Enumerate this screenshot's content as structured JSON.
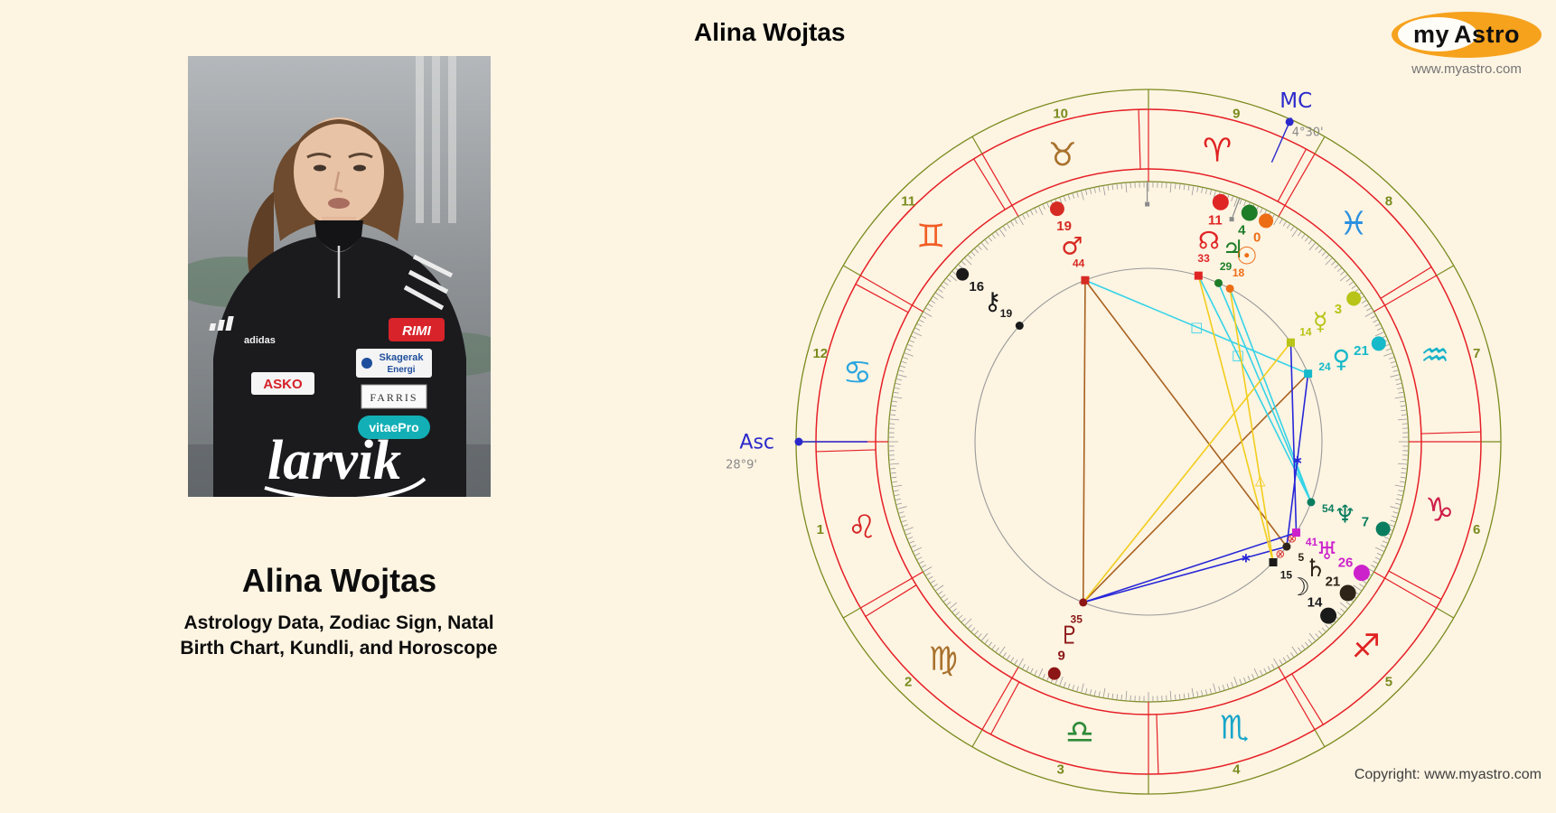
{
  "page": {
    "background": "#fdf4e2"
  },
  "header": {
    "chart_title": "Alina Wojtas"
  },
  "logo": {
    "my": "my",
    "astro": "Astro",
    "url": "www.myastro.com",
    "orange": "#f6a21d"
  },
  "footer": {
    "copyright": "Copyright: www.myastro.com"
  },
  "left_panel": {
    "name": "Alina Wojtas",
    "subtitle_line1": "Astrology Data, Zodiac Sign, Natal",
    "subtitle_line2": "Birth Chart, Kundli, and Horoscope",
    "patches": {
      "adidas": "adidas",
      "asko": "ASKO",
      "rimi": "RIMI",
      "skagerak_line1": "Skagerak",
      "skagerak_line2": "Energi",
      "farris": "FARRIS",
      "vitaepro": "vitaePro",
      "larvik": "larvik"
    }
  },
  "chart_data": {
    "type": "natal-wheel",
    "title": "Alina Wojtas",
    "ring_colors": {
      "olive": "#7a8b1e",
      "red": "#e61f26",
      "tick": "#9a9a9a",
      "inner": "#999999",
      "axis": "#2b29cb",
      "gray_label": "#8a8a8a"
    },
    "axes": {
      "mc_label": "MC",
      "mc_degree": "4°30'",
      "mc_angle": 66.2,
      "asc_label": "Asc",
      "asc_degree": "28°9'",
      "asc_angle": 180
    },
    "houses": [
      {
        "n": "1",
        "angle": -165
      },
      {
        "n": "2",
        "angle": -135
      },
      {
        "n": "3",
        "angle": -105
      },
      {
        "n": "4",
        "angle": -75
      },
      {
        "n": "5",
        "angle": -45
      },
      {
        "n": "6",
        "angle": -15
      },
      {
        "n": "7",
        "angle": 15
      },
      {
        "n": "8",
        "angle": 45
      },
      {
        "n": "9",
        "angle": 75
      },
      {
        "n": "10",
        "angle": 105
      },
      {
        "n": "11",
        "angle": 135
      },
      {
        "n": "12",
        "angle": 165
      }
    ],
    "signs": [
      {
        "name": "aries",
        "glyph": "♈",
        "angle": 76.7,
        "color": "#e02020"
      },
      {
        "name": "taurus",
        "glyph": "♉",
        "angle": 106.7,
        "color": "#a9712c"
      },
      {
        "name": "gemini",
        "glyph": "♊",
        "angle": 136.7,
        "color": "#f25c23"
      },
      {
        "name": "cancer",
        "glyph": "♋",
        "angle": 166.7,
        "color": "#2aa6df"
      },
      {
        "name": "leo",
        "glyph": "♌",
        "angle": 196.7,
        "color": "#d42222"
      },
      {
        "name": "virgo",
        "glyph": "♍",
        "angle": 226.7,
        "color": "#a9712c"
      },
      {
        "name": "libra",
        "glyph": "♎",
        "angle": 256.7,
        "color": "#2e8b3a"
      },
      {
        "name": "scorpio",
        "glyph": "♏",
        "angle": 286.7,
        "color": "#17a5c9"
      },
      {
        "name": "sagittarius",
        "glyph": "♐",
        "angle": 316.7,
        "color": "#e02020"
      },
      {
        "name": "capricorn",
        "glyph": "♑",
        "angle": 346.7,
        "color": "#cf1f4a"
      },
      {
        "name": "aquarius",
        "glyph": "♒",
        "angle": 16.7,
        "color": "#17b3c9"
      },
      {
        "name": "pisces",
        "glyph": "♓",
        "angle": 46.7,
        "color": "#2a90e0"
      }
    ],
    "planets": [
      {
        "name": "mars",
        "glyph": "♂",
        "color": "#d62b23",
        "angle": 111.4,
        "deg": "19",
        "min": "44",
        "marker": "square",
        "dot_r": 8
      },
      {
        "name": "chiron",
        "glyph": "⚷",
        "color": "#1a1a1a",
        "angle": 138.0,
        "deg": "16",
        "min": "19",
        "marker": "dot",
        "dot_r": 7
      },
      {
        "name": "north-node",
        "glyph": "☊",
        "color": "#e02525",
        "angle": 73.25,
        "deg": "11",
        "min": "33",
        "marker": "square",
        "dot_r": 9
      },
      {
        "name": "jupiter",
        "glyph": "♃",
        "color": "#1e7d27",
        "angle": 66.2,
        "deg": "4",
        "min": "29",
        "marker": "dot",
        "dot_r": 9
      },
      {
        "name": "sun",
        "glyph": "☉",
        "color": "#ed6d15",
        "angle": 62.0,
        "deg": "0",
        "min": "18",
        "marker": "dot",
        "dot_r": 8
      },
      {
        "name": "mercury",
        "glyph": "☿",
        "color": "#b8c417",
        "angle": 34.9,
        "deg": "3",
        "min": "14",
        "marker": "square",
        "dot_r": 8
      },
      {
        "name": "venus",
        "glyph": "♀",
        "color": "#15b9c9",
        "angle": 23.1,
        "deg": "21",
        "min": "24",
        "marker": "square",
        "dot_r": 8
      },
      {
        "name": "neptune",
        "glyph": "♆",
        "color": "#0a7d5f",
        "angle": -20.4,
        "deg": "7",
        "min": "54",
        "marker": "dot",
        "dot_r": 8
      },
      {
        "name": "uranus",
        "glyph": "♅",
        "color": "#cc22cc",
        "angle": -31.6,
        "deg": "26",
        "min": "41",
        "marker": "square",
        "dot_r": 9
      },
      {
        "name": "saturn",
        "glyph": "♄",
        "color": "#2e2418",
        "angle": -37.2,
        "deg": "21",
        "min": "5",
        "marker": "dot",
        "dot_r": 9
      },
      {
        "name": "moon",
        "glyph": "☽",
        "color": "#1a1a1a",
        "angle": -44.05,
        "deg": "14",
        "min": "15",
        "marker": "square",
        "dot_r": 9
      },
      {
        "name": "pluto",
        "glyph": "♇",
        "color": "#8c1616",
        "angle": -112.1,
        "deg": "9",
        "min": "35",
        "marker": "dot",
        "dot_r": 7
      }
    ],
    "aspects": [
      {
        "a": "mars",
        "b": "saturn",
        "color": "#a8611f"
      },
      {
        "a": "mars",
        "b": "pluto",
        "color": "#a8611f"
      },
      {
        "a": "venus",
        "b": "pluto",
        "color": "#a8611f"
      },
      {
        "a": "mars",
        "b": "venus",
        "color": "#35d3e8",
        "marker": "□",
        "marker_t": 0.5
      },
      {
        "a": "north-node",
        "b": "neptune",
        "color": "#35d3e8",
        "marker": "□",
        "marker_t": 0.35
      },
      {
        "a": "jupiter",
        "b": "neptune",
        "color": "#35d3e8"
      },
      {
        "a": "sun",
        "b": "neptune",
        "color": "#35d3e8"
      },
      {
        "a": "venus",
        "b": "saturn",
        "color": "#2726d8",
        "marker": "∗",
        "marker_t": 0.5
      },
      {
        "a": "saturn",
        "b": "pluto",
        "color": "#2726d8",
        "marker": "∗",
        "marker_t": 0.2
      },
      {
        "a": "pluto",
        "b": "uranus",
        "color": "#2726d8"
      },
      {
        "a": "mercury",
        "b": "uranus",
        "color": "#2726d8"
      },
      {
        "a": "sun",
        "b": "moon",
        "color": "#f2cd1d",
        "marker": "△",
        "marker_t": 0.7
      },
      {
        "a": "north-node",
        "b": "moon",
        "color": "#f2cd1d"
      },
      {
        "a": "mercury",
        "b": "pluto",
        "color": "#f2cd1d"
      }
    ],
    "conjunction_markers": [
      {
        "glyph": "⊗",
        "angle": -34.2,
        "color": "#e03131"
      },
      {
        "glyph": "⊗",
        "angle": -40.6,
        "color": "#e03131"
      }
    ],
    "pins": [
      69.5,
      90.3
    ]
  }
}
